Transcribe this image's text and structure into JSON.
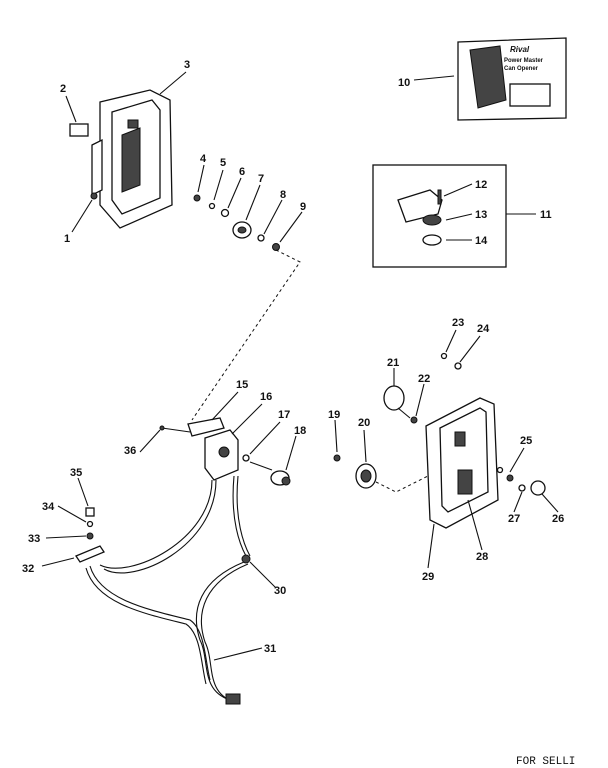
{
  "callouts": [
    "1",
    "2",
    "3",
    "4",
    "5",
    "6",
    "7",
    "8",
    "9",
    "10",
    "11",
    "12",
    "13",
    "14",
    "15",
    "16",
    "17",
    "18",
    "19",
    "20",
    "21",
    "22",
    "23",
    "24",
    "25",
    "26",
    "27",
    "28",
    "29",
    "30",
    "31",
    "32",
    "33",
    "34",
    "35",
    "36"
  ],
  "manual_cover_text": [
    "Rival",
    "Power Master",
    "Can Opener"
  ],
  "footer_text": "FOR SELLI"
}
